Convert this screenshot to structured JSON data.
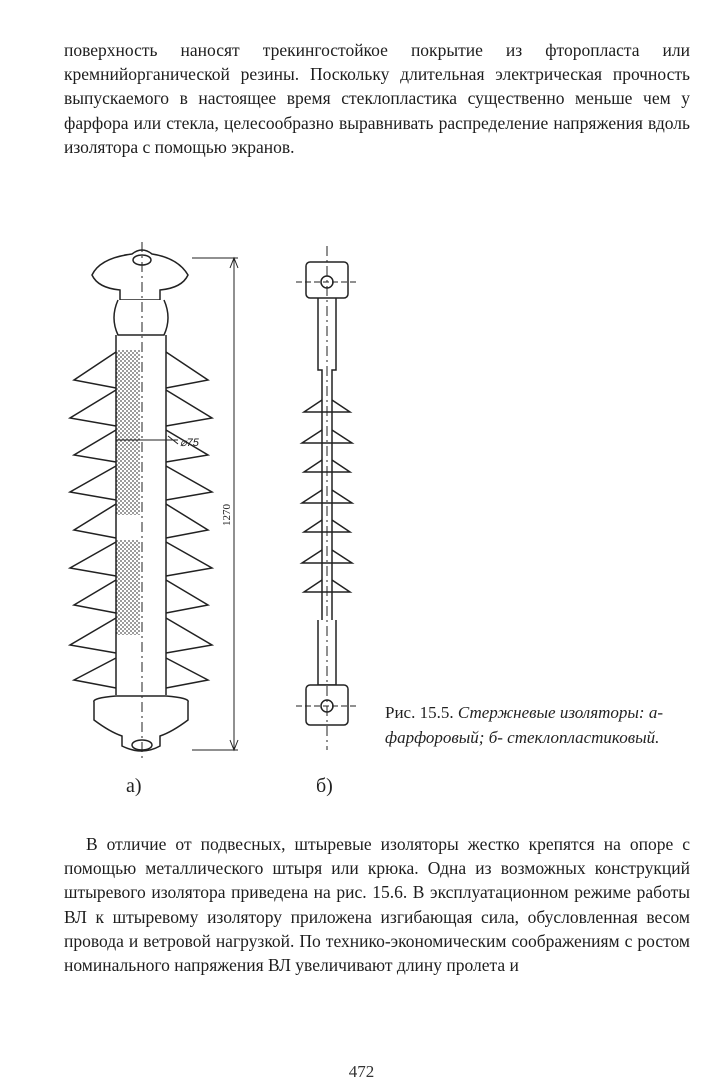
{
  "paragraph_top": "поверхность наносят трекингостойкое покрытие из фторопласта или кремнийорганической резины. Поскольку длительная электрическая прочность выпускаемого в настоящее время стеклопластика существенно меньше чем у фарфора или стекла, целесообразно выравнивать распределение напряжения вдоль изолятора с помощью экранов.",
  "figure": {
    "dimension_length": "1270",
    "dimension_diameter": "⌀75",
    "label_a": "а)",
    "label_b": "б)",
    "caption_label": "Рис. 15.5.",
    "caption_text": "Стержневые изоляторы: а- фарфоровый; б- стеклопластиковый."
  },
  "paragraph_bottom": "В отличие от подвесных, штыревые изоляторы жестко крепятся на опоре с помощью металлического штыря или крюка. Одна из возможных конструкций штыревого изолятора приведена на рис. 15.6. В эксплуатационном режиме работы ВЛ к штыревому изолятору приложена изгибающая сила, обусловленная весом провода и ветровой нагрузкой. По технико-экономическим соображениям с ростом номинального напряжения ВЛ увеличивают длину пролета и",
  "page_number": "472"
}
